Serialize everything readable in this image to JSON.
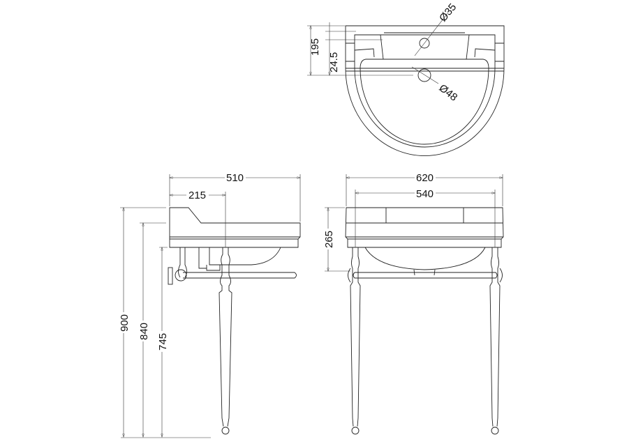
{
  "top_view": {
    "dim_195": "195",
    "dim_24_5": "24.5",
    "tap_hole": "Ø35",
    "waste_hole": "Ø48"
  },
  "side_view": {
    "dim_510": "510",
    "dim_215": "215",
    "dim_900": "900",
    "dim_840": "840",
    "dim_745": "745"
  },
  "front_view": {
    "dim_620": "620",
    "dim_540": "540",
    "dim_265": "265"
  },
  "line_color": "#222222"
}
